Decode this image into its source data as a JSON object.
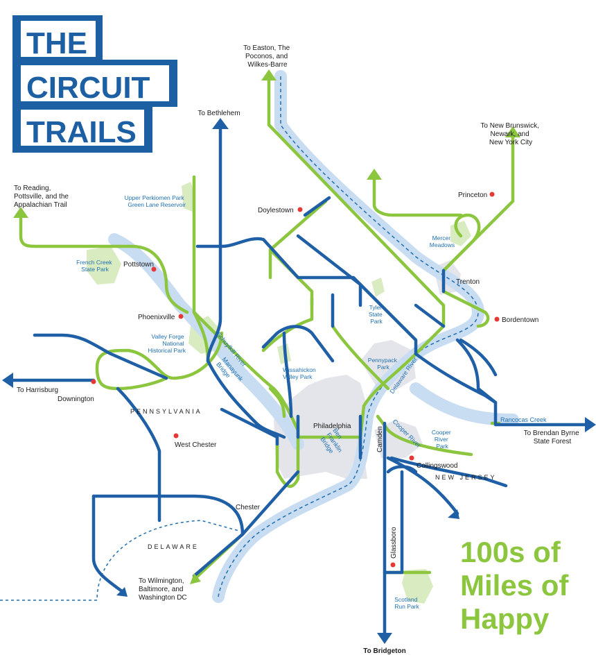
{
  "logo": {
    "line1": "THE",
    "line2": "CIRCUIT",
    "line3": "TRAILS"
  },
  "tagline": {
    "line1": "100s of",
    "line2": "Miles of",
    "line3": "Happy"
  },
  "colors": {
    "on_road_trail": "#1f5fa6",
    "trail": "#8cc63f",
    "river": "#c8dcf2",
    "park": "#d9ebc0",
    "urban": "#e3e3e8",
    "city_dot": "#e53935"
  },
  "destinations": {
    "easton": [
      "To Easton, The",
      "Poconos, and",
      "Wilkes-Barre"
    ],
    "bethlehem": [
      "To Bethlehem"
    ],
    "reading": [
      "To Reading,",
      "Pottsville, and the",
      "Appalachian Trail"
    ],
    "new_york": [
      "To New Brunswick,",
      "Newark, and",
      "New York City"
    ],
    "harrisburg": [
      "To Harrisburg"
    ],
    "brendan_byrne": [
      "To Brendan Byrne",
      "State Forest"
    ],
    "wilmington": [
      "To Wilmington,",
      "Baltimore, and",
      "Washington DC"
    ],
    "bridgeton": [
      "To Bridgeton"
    ]
  },
  "cities": {
    "doylestown": "Doylestown",
    "princeton": "Princeton",
    "pottstown": "Pottstown",
    "trenton": "Trenton",
    "bordentown": "Bordentown",
    "phoenixville": "Phoenixville",
    "downington": "Downington",
    "philadelphia": "Philadelphia",
    "camden": "Camden",
    "west_chester": "West Chester",
    "collingswood": "Collingswood",
    "chester": "Chester",
    "glassboro": "Glassboro"
  },
  "parks": {
    "upper_perkiomen": [
      "Upper Perkiomen Park",
      "Green Lane Reservoir"
    ],
    "french_creek": [
      "French Creek",
      "State Park"
    ],
    "mercer_meadows": [
      "Mercer",
      "Meadows"
    ],
    "tyler": [
      "Tyler",
      "State",
      "Park"
    ],
    "valley_forge": [
      "Valley Forge",
      "National",
      "Historical Park"
    ],
    "wissahickon": [
      "Wissahickon",
      "Valley Park"
    ],
    "pennypack": [
      "Pennypack",
      "Park"
    ],
    "cooper_river_park": [
      "Cooper",
      "River",
      "Park"
    ],
    "scotland_run": [
      "Scotland",
      "Run Park"
    ]
  },
  "waterways": {
    "schuylkill": "Schuylkill River",
    "manayunk": [
      "Manayunk",
      "Bridge"
    ],
    "delaware": "Delaware River",
    "ben_franklin": [
      "Ben",
      "Franklin",
      "Bridge"
    ],
    "cooper_river": "Cooper River",
    "rancocas": "Rancocas Creek"
  },
  "states": {
    "pennsylvania": "PENNSYLVANIA",
    "new_jersey": "NEW JERSEY",
    "delaware": "DELAWARE"
  }
}
